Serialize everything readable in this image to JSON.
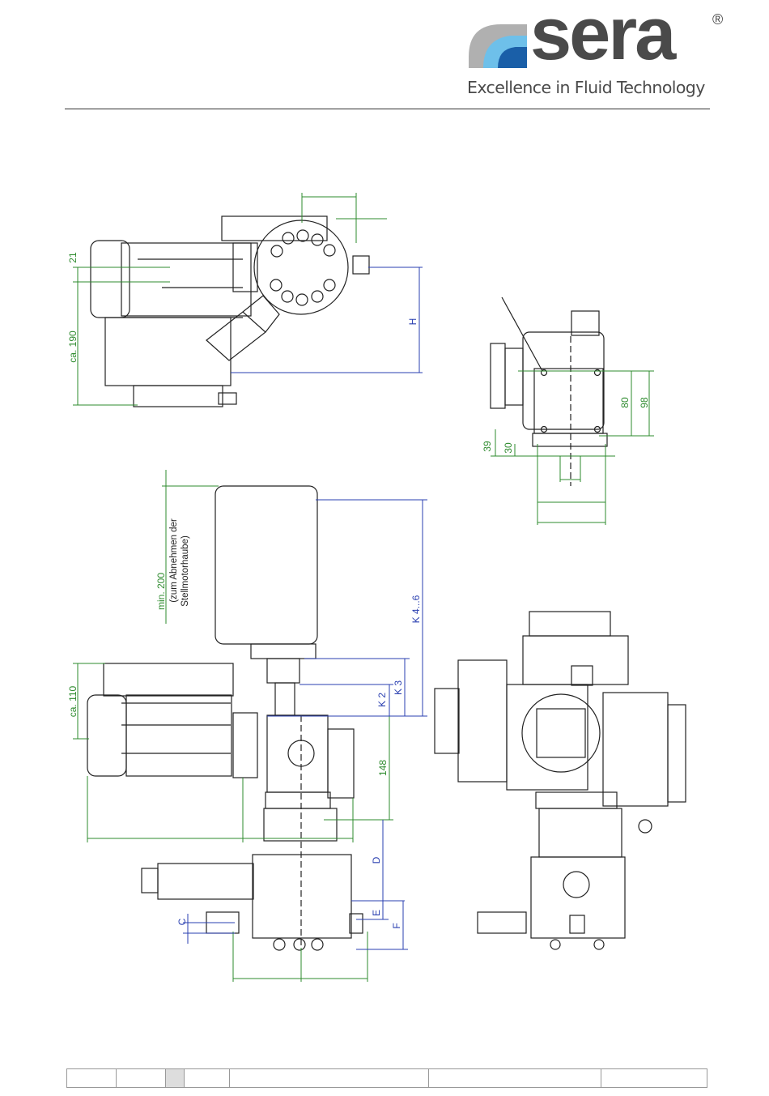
{
  "brand": {
    "name": "sera",
    "registered": "®",
    "tagline": "Excellence in Fluid Technology",
    "colors": {
      "swoosh_dark": "#1a5fa8",
      "swoosh_light": "#6ec0ea",
      "text": "#4a4a4a"
    }
  },
  "dimensions": {
    "d21": "21",
    "d190": "ca. 190",
    "dH": "H",
    "d80": "80",
    "d98": "98",
    "d39": "39",
    "d30": "30",
    "dmin200": "min. 200",
    "dnote1": "(zum Abnehmen der",
    "dnote2": "Stellmotorhaube)",
    "dK46": "K 4...6",
    "dK3": "K 3",
    "dK2": "K 2",
    "d110": "ca. 110",
    "d148": "148",
    "dD": "D",
    "dE": "E",
    "dF": "F",
    "dC": "C"
  },
  "colors": {
    "dim_green": "#2e8b2e",
    "dim_blue": "#2a3fb0",
    "line": "#222222"
  }
}
